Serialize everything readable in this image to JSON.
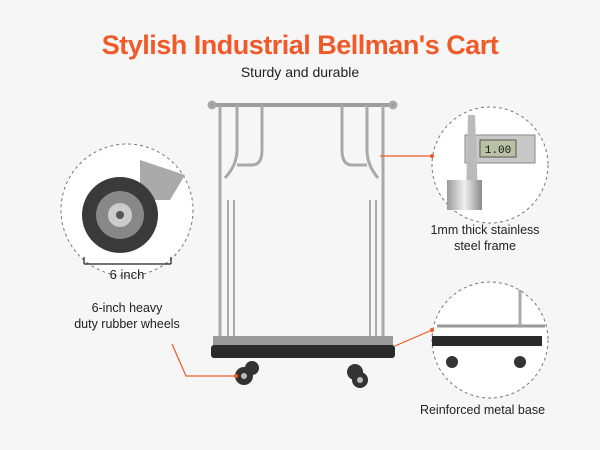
{
  "header": {
    "title": "Stylish Industrial Bellman's Cart",
    "subtitle": "Sturdy and durable"
  },
  "features": {
    "wheels": {
      "dimension": "6 inch",
      "line1": "6-inch heavy",
      "line2": "duty rubber wheels"
    },
    "frame": {
      "line1": "1mm thick stainless",
      "line2": "steel frame",
      "caliper_reading": "1.00"
    },
    "base": {
      "label": "Reinforced metal base"
    }
  },
  "colors": {
    "accent": "#f05a28",
    "background": "#f6f6f6"
  }
}
